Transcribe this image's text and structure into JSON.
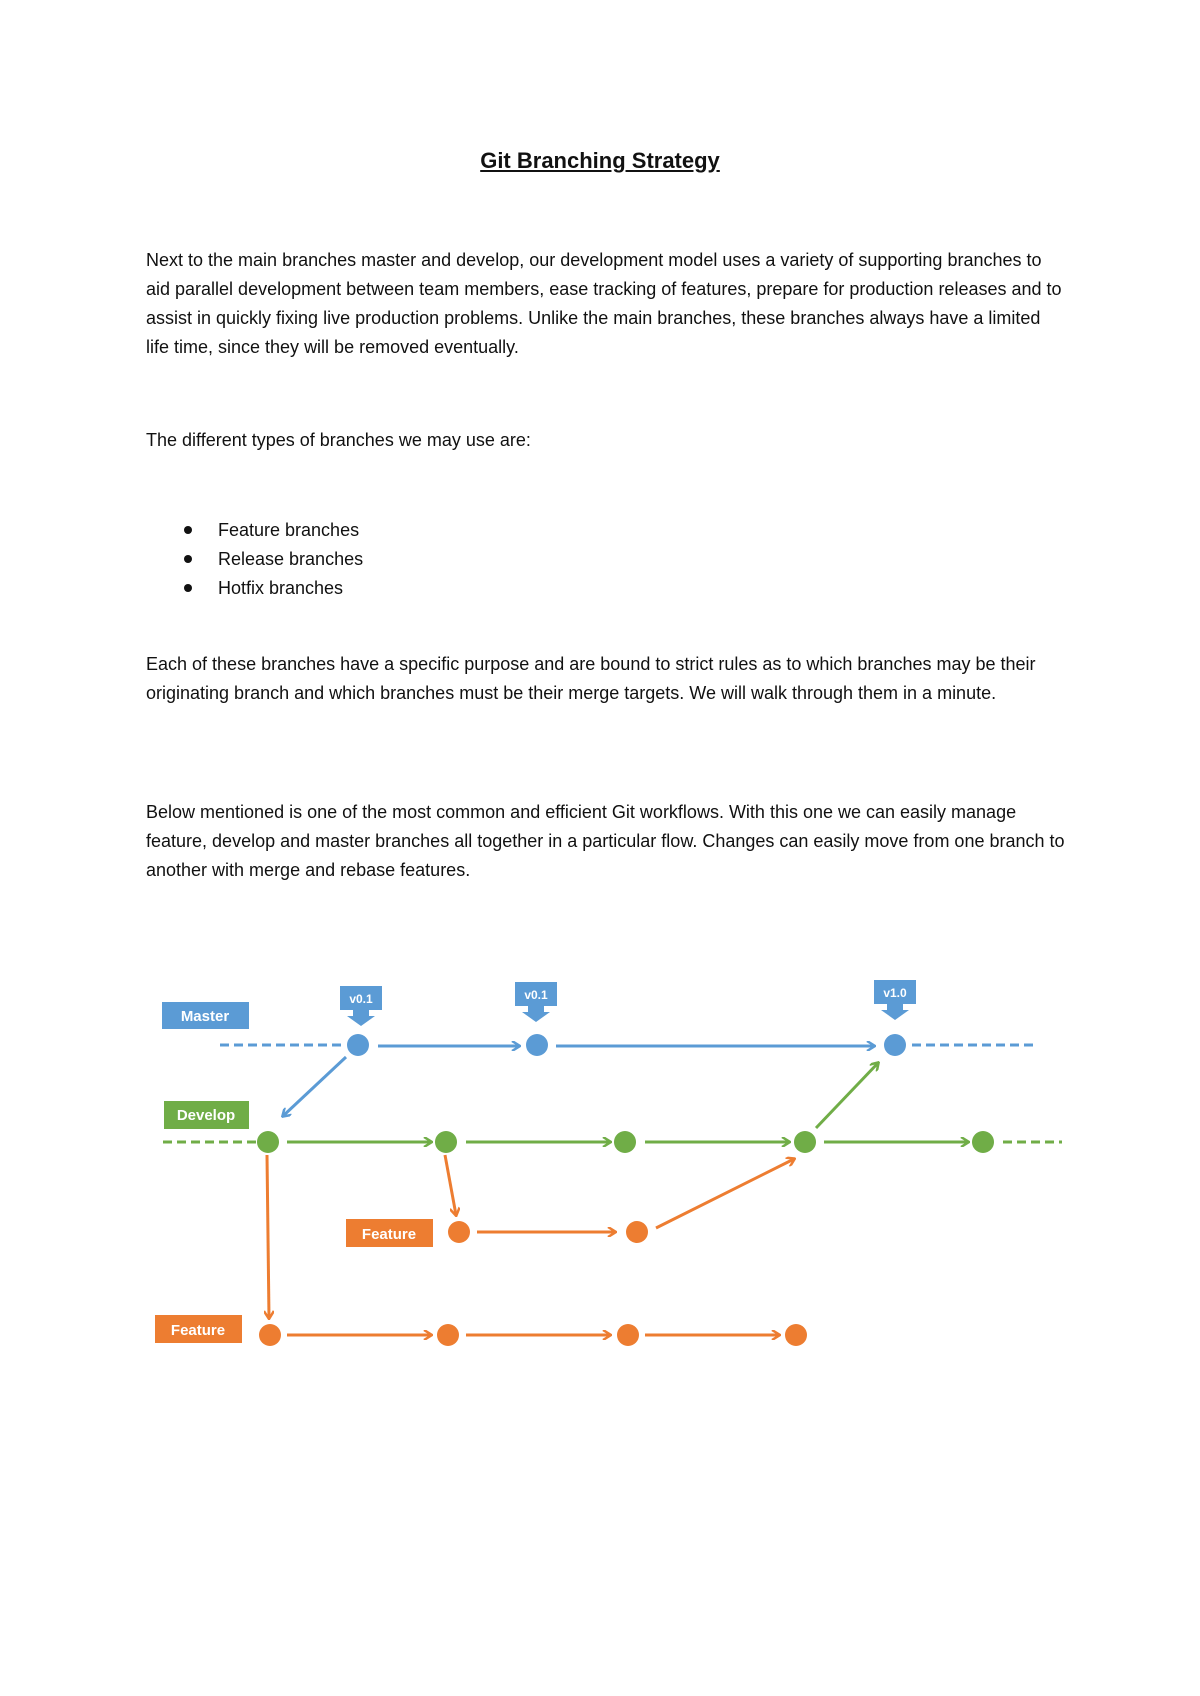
{
  "document": {
    "title": "Git Branching Strategy",
    "paragraph1": "Next to the main branches master and develop, our development model uses a variety of supporting branches to aid parallel development between team members, ease tracking of features, prepare for production releases and to assist in quickly fixing live production problems. Unlike the main branches, these branches always have a limited life time, since they will be removed eventually.",
    "paragraph2": "The different types of branches we may use are:",
    "branch_types": [
      "Feature branches",
      "Release branches",
      "Hotfix branches"
    ],
    "paragraph3": "Each of these branches have a specific purpose and are bound to strict rules as to which branches may be their originating branch and which branches must be their merge targets. We will walk through them in a minute.",
    "paragraph4": "Below mentioned is one of the most common and efficient Git workflows. With this one we can easily manage feature, develop and master branches all together in a particular flow. Changes can easily move from one branch to another with merge and rebase features."
  },
  "diagram": {
    "colors": {
      "master": "#5b9bd5",
      "develop": "#70ad47",
      "feature": "#ed7d31"
    },
    "labels": {
      "master": "Master",
      "develop": "Develop",
      "feature_upper": "Feature",
      "feature_lower": "Feature"
    },
    "tags": [
      "v0.1",
      "v0.1",
      "v1.0"
    ]
  }
}
